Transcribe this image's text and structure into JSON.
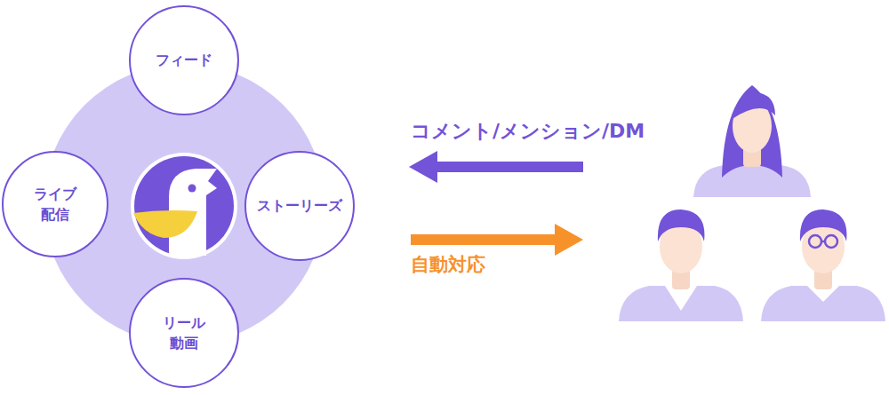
{
  "diagram": {
    "nodes": [
      {
        "text": [
          "フィード"
        ]
      },
      {
        "text": [
          "ライブ 配信"
        ]
      },
      {
        "text": [
          "ストーリーズ"
        ]
      },
      {
        "text": [
          "リール 動画"
        ]
      }
    ],
    "labels": [
      "コメント/メンション/DM",
      "自動対応"
    ]
  }
}
